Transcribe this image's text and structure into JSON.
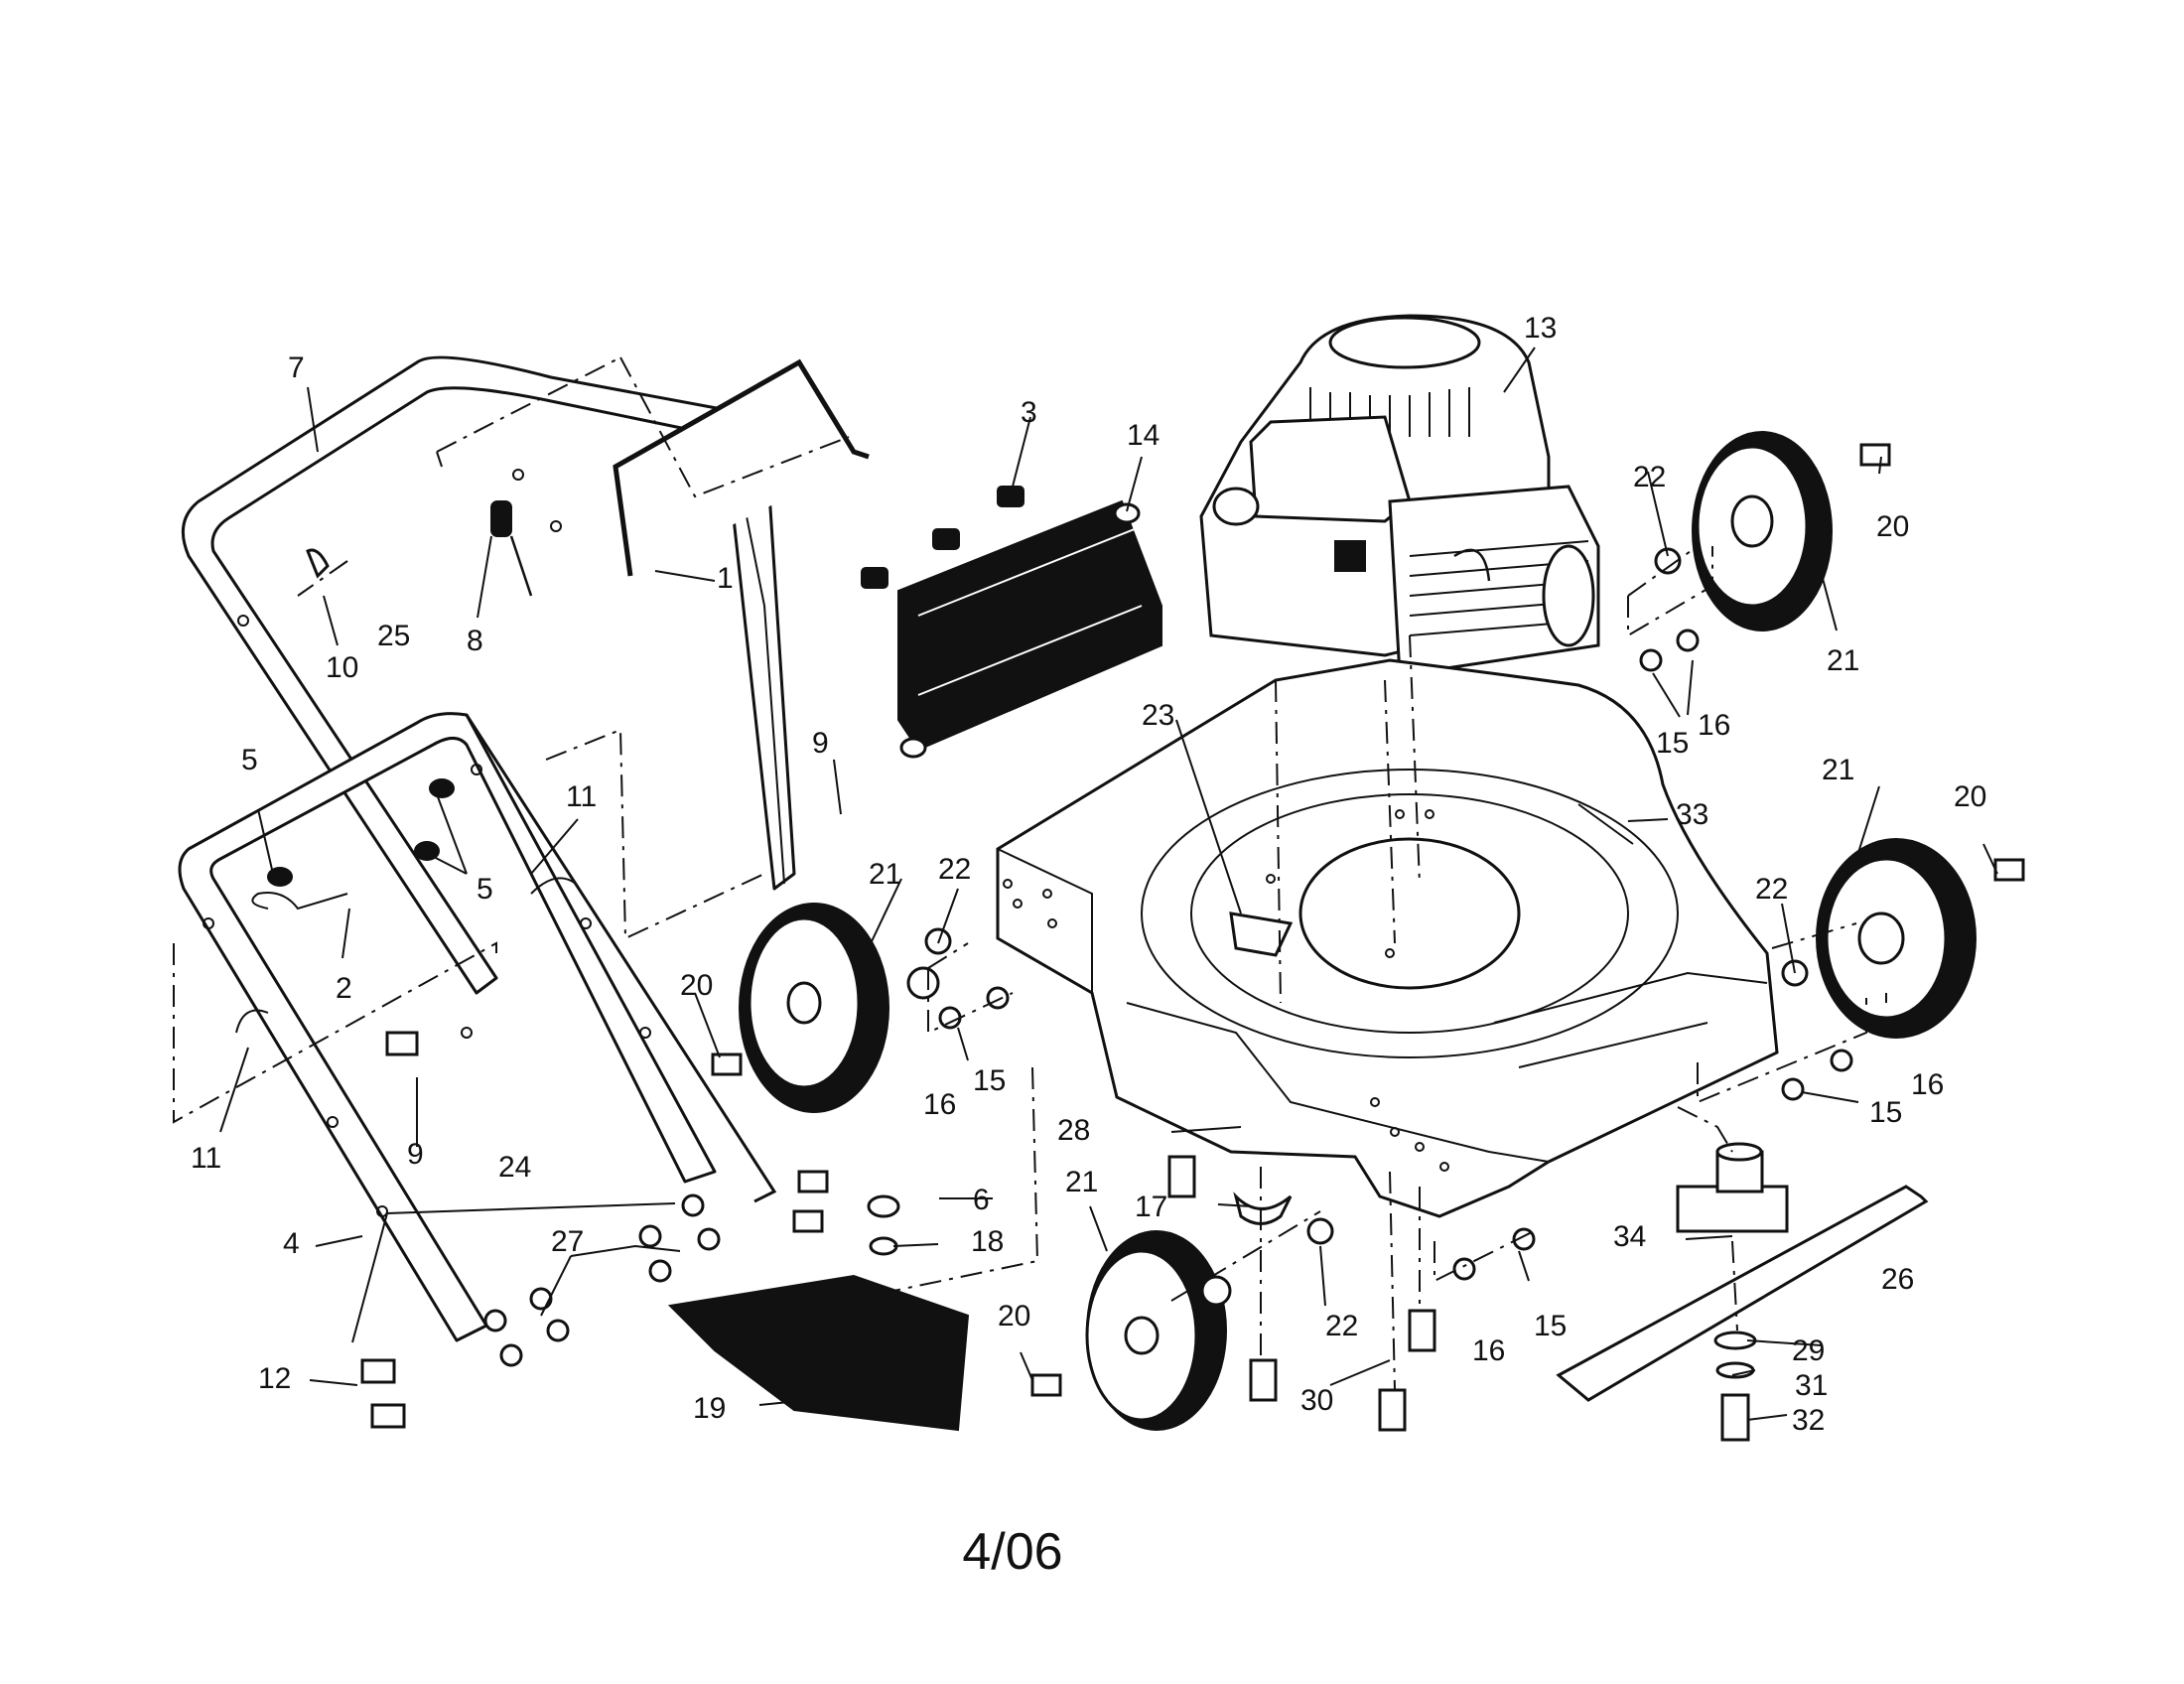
{
  "diagram": {
    "date_code": "4/06",
    "callouts": [
      {
        "key": "c1",
        "text": "1"
      },
      {
        "key": "c2",
        "text": "2"
      },
      {
        "key": "c3",
        "text": "3"
      },
      {
        "key": "c4",
        "text": "4"
      },
      {
        "key": "c5a",
        "text": "5"
      },
      {
        "key": "c5b",
        "text": "5"
      },
      {
        "key": "c6",
        "text": "6"
      },
      {
        "key": "c7",
        "text": "7"
      },
      {
        "key": "c8",
        "text": "8"
      },
      {
        "key": "c9a",
        "text": "9"
      },
      {
        "key": "c9b",
        "text": "9"
      },
      {
        "key": "c10",
        "text": "10"
      },
      {
        "key": "c11a",
        "text": "11"
      },
      {
        "key": "c11b",
        "text": "11"
      },
      {
        "key": "c12",
        "text": "12"
      },
      {
        "key": "c13",
        "text": "13"
      },
      {
        "key": "c14",
        "text": "14"
      },
      {
        "key": "c15a",
        "text": "15"
      },
      {
        "key": "c15b",
        "text": "15"
      },
      {
        "key": "c15c",
        "text": "15"
      },
      {
        "key": "c15d",
        "text": "15"
      },
      {
        "key": "c16a",
        "text": "16"
      },
      {
        "key": "c16b",
        "text": "16"
      },
      {
        "key": "c16c",
        "text": "16"
      },
      {
        "key": "c16d",
        "text": "16"
      },
      {
        "key": "c17",
        "text": "17"
      },
      {
        "key": "c18",
        "text": "18"
      },
      {
        "key": "c19",
        "text": "19"
      },
      {
        "key": "c20a",
        "text": "20"
      },
      {
        "key": "c20b",
        "text": "20"
      },
      {
        "key": "c20c",
        "text": "20"
      },
      {
        "key": "c20d",
        "text": "20"
      },
      {
        "key": "c21a",
        "text": "21"
      },
      {
        "key": "c21b",
        "text": "21"
      },
      {
        "key": "c21c",
        "text": "21"
      },
      {
        "key": "c21d",
        "text": "21"
      },
      {
        "key": "c22a",
        "text": "22"
      },
      {
        "key": "c22b",
        "text": "22"
      },
      {
        "key": "c22c",
        "text": "22"
      },
      {
        "key": "c22d",
        "text": "22"
      },
      {
        "key": "c23",
        "text": "23"
      },
      {
        "key": "c24",
        "text": "24"
      },
      {
        "key": "c25",
        "text": "25"
      },
      {
        "key": "c26",
        "text": "26"
      },
      {
        "key": "c27",
        "text": "27"
      },
      {
        "key": "c28",
        "text": "28"
      },
      {
        "key": "c29",
        "text": "29"
      },
      {
        "key": "c30",
        "text": "30"
      },
      {
        "key": "c31",
        "text": "31"
      },
      {
        "key": "c32",
        "text": "32"
      },
      {
        "key": "c33",
        "text": "33"
      },
      {
        "key": "c34",
        "text": "34"
      }
    ]
  }
}
